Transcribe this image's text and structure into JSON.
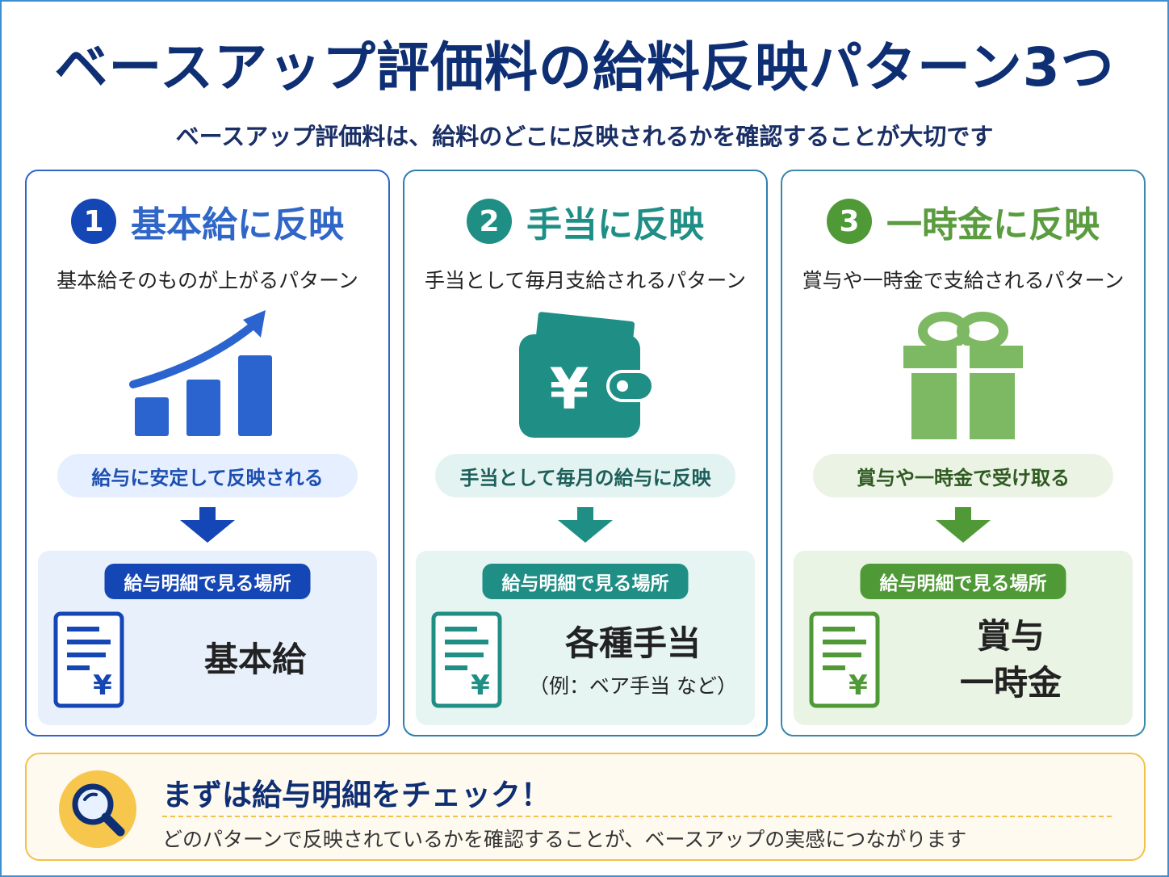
{
  "title": "ベースアップ評価料の給料反映パターン3つ",
  "subtitle": "ベースアップ評価料は、給料のどこに反映されるかを確認することが大切です",
  "colors": {
    "navy": "#0e2f73",
    "blue": "#2f66c8",
    "teal": "#1f8f86",
    "green": "#5a9c3f",
    "yellow": "#f7c64c"
  },
  "cards": [
    {
      "number": "1",
      "title": "基本給に反映",
      "description": "基本給そのものが上がるパターン",
      "icon": "bar-chart-arrow-icon",
      "pill": "給与に安定して反映される",
      "tag": "給与明細で見る場所",
      "location_main": "基本給",
      "location_sub": ""
    },
    {
      "number": "2",
      "title": "手当に反映",
      "description": "手当として毎月支給されるパターン",
      "icon": "wallet-yen-icon",
      "pill": "手当として毎月の給与に反映",
      "tag": "給与明細で見る場所",
      "location_main": "各種手当",
      "location_sub": "（例：ベア手当 など）"
    },
    {
      "number": "3",
      "title": "一時金に反映",
      "description": "賞与や一時金で支給されるパターン",
      "icon": "gift-box-icon",
      "pill": "賞与や一時金で受け取る",
      "tag": "給与明細で見る場所",
      "location_main": "賞与",
      "location_sub2": "一時金"
    }
  ],
  "footer": {
    "icon": "magnifier-icon",
    "heading": "まずは給与明細をチェック！",
    "text": "どのパターンで反映されているかを確認することが、ベースアップの実感につながります"
  }
}
